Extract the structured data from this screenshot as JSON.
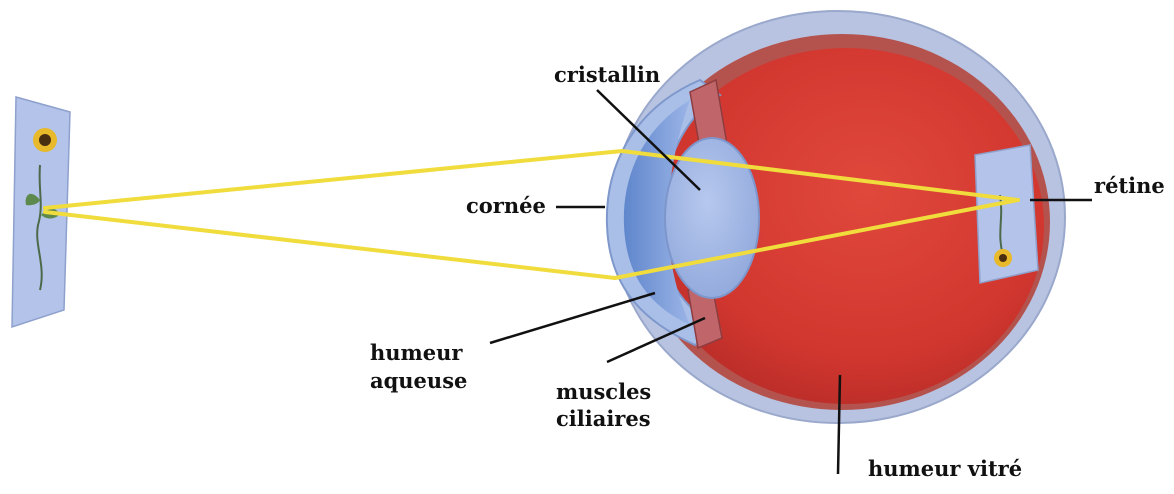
{
  "labels": {
    "cristallin": "cristallin",
    "cornee": "cornée",
    "retine": "rétine",
    "humeur_aqueuse_1": "humeur",
    "humeur_aqueuse_2": "aqueuse",
    "muscles_ciliaires_1": "muscles",
    "muscles_ciliaires_2": "ciliaires",
    "humeur_vitre": "humeur vitré"
  },
  "colors": {
    "sclera": "#b7c3e0",
    "choroid": "#b4534e",
    "vitreous": "#d23a32",
    "cornea": "#7b9fd8",
    "lens": "#9fb4e2",
    "ray": "#f0dc3c",
    "label_line": "#111111"
  }
}
